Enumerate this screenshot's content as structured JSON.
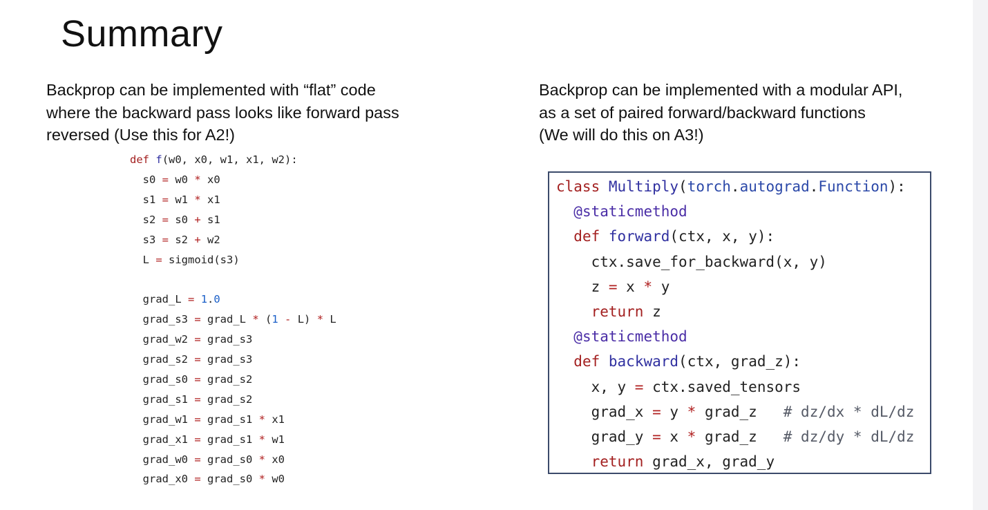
{
  "title": "Summary",
  "left": {
    "desc": [
      "Backprop can be implemented with “flat” code",
      "where the backward pass looks like forward pass",
      "reversed (Use this for A2!)"
    ],
    "code_lines": [
      "def f(w0, x0, w1, x1, w2):",
      "  s0 = w0 * x0",
      "  s1 = w1 * x1",
      "  s2 = s0 + s1",
      "  s3 = s2 + w2",
      "  L = sigmoid(s3)",
      "",
      "  grad_L = 1.0",
      "  grad_s3 = grad_L * (1 - L) * L",
      "  grad_w2 = grad_s3",
      "  grad_s2 = grad_s3",
      "  grad_s0 = grad_s2",
      "  grad_s1 = grad_s2",
      "  grad_w1 = grad_s1 * x1",
      "  grad_x1 = grad_s1 * w1",
      "  grad_w0 = grad_s0 * x0",
      "  grad_x0 = grad_s0 * w0"
    ]
  },
  "right": {
    "desc": [
      "Backprop can be implemented with a modular API,",
      "as a set of paired forward/backward functions",
      "(We will do this on A3!)"
    ],
    "code_lines": [
      "class Multiply(torch.autograd.Function):",
      "  @staticmethod",
      "  def forward(ctx, x, y):",
      "    ctx.save_for_backward(x, y)",
      "    z = x * y",
      "    return z",
      "  @staticmethod",
      "  def backward(ctx, grad_z):",
      "    x, y = ctx.saved_tensors",
      "    grad_x = y * grad_z   # dz/dx * dL/dz",
      "    grad_y = x * grad_z   # dz/dy * dL/dz",
      "    return grad_x, grad_y"
    ]
  }
}
